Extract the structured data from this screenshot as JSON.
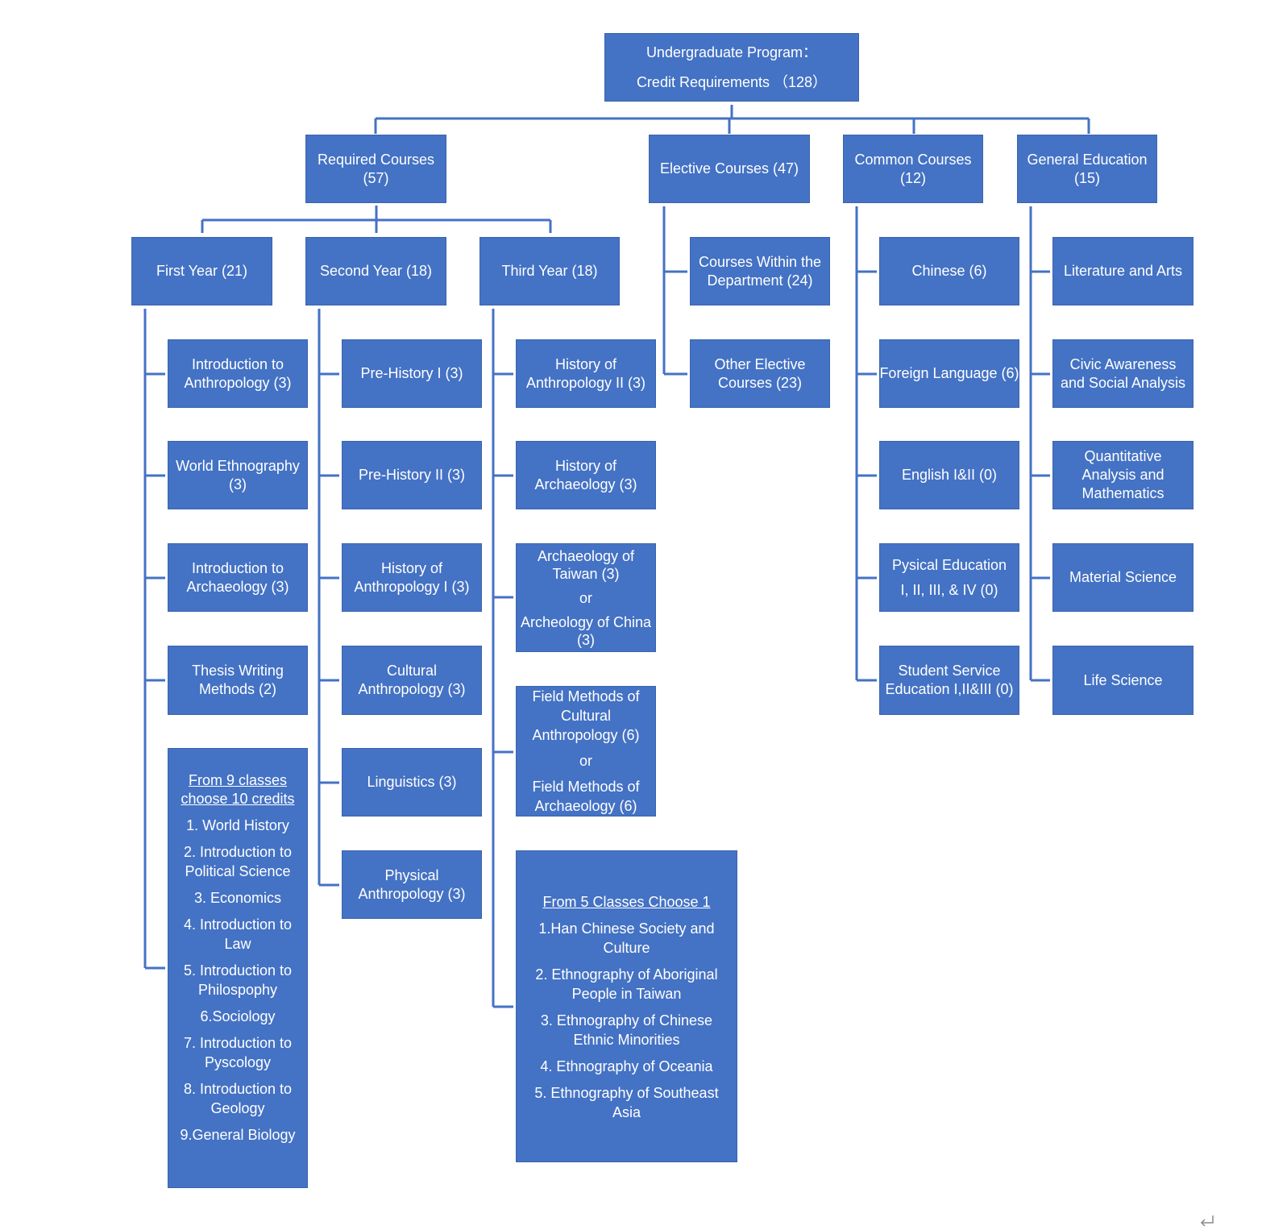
{
  "root": {
    "line1": "Undergraduate Program：",
    "line2": "Credit Requirements  （128）"
  },
  "categories": {
    "required": {
      "line1": "Required Courses",
      "line2": "(57)"
    },
    "elective": {
      "line1": "Elective Courses (47)"
    },
    "common": {
      "line1": "Common Courses",
      "line2": "(12)"
    },
    "general": {
      "line1": "General Education",
      "line2": "(15)"
    }
  },
  "years": {
    "first": "First Year (21)",
    "second": "Second Year (18)",
    "third": "Third Year (18)"
  },
  "first_year": {
    "c1": [
      "Introduction to",
      "Anthropology (3)"
    ],
    "c2": [
      "World Ethnography",
      "(3)"
    ],
    "c3": [
      "Introduction to",
      "Archaeology (3)"
    ],
    "c4": [
      "Thesis Writing",
      "Methods (2)"
    ],
    "choice": {
      "heading1": "From 9 classes",
      "heading2": "choose 10 credits",
      "items": [
        [
          "1. World History"
        ],
        [
          "2. Introduction to",
          "Political Science"
        ],
        [
          "3. Economics"
        ],
        [
          "4. Introduction to",
          "Law"
        ],
        [
          "5. Introduction to",
          "Philospophy"
        ],
        [
          "6.Sociology"
        ],
        [
          "7. Introduction to",
          "Pyscology"
        ],
        [
          "8. Introduction to",
          "Geology"
        ],
        [
          "9.General Biology"
        ]
      ]
    }
  },
  "second_year": {
    "c1": [
      "Pre-History I (3)"
    ],
    "c2": [
      "Pre-History II (3)"
    ],
    "c3": [
      "History of",
      "Anthropology I (3)"
    ],
    "c4": [
      "Cultural",
      "Anthropology (3)"
    ],
    "c5": [
      "Linguistics (3)"
    ],
    "c6": [
      "Physical",
      "Anthropology (3)"
    ]
  },
  "third_year": {
    "c1": [
      "History of",
      "Anthropology II (3)"
    ],
    "c2": [
      "History of",
      "Archaeology (3)"
    ],
    "c3": {
      "a1": "Archaeology of",
      "a2": "Taiwan  (3)",
      "or": "or",
      "b1": "Archeology of China",
      "b2": "(3)"
    },
    "c4": {
      "a1": "Field Methods of",
      "a2": "Cultural",
      "a3": "Anthropology (6)",
      "or": "or",
      "b1": "Field Methods of",
      "b2": "Archaeology (6)"
    },
    "choice": {
      "heading": "From 5 Classes Choose 1",
      "items": [
        [
          "1.Han Chinese Society and",
          "Culture"
        ],
        [
          "2. Ethnography of Aboriginal",
          "People in Taiwan"
        ],
        [
          "3. Ethnography of Chinese",
          "Ethnic Minorities"
        ],
        [
          "4. Ethnography of Oceania"
        ],
        [
          "5. Ethnography of Southeast",
          "Asia"
        ]
      ]
    }
  },
  "elective": {
    "c1": [
      "Courses Within the",
      "Department (24)"
    ],
    "c2": [
      "Other Elective",
      "Courses (23)"
    ]
  },
  "common": {
    "c1": [
      "Chinese (6)"
    ],
    "c2": [
      "Foreign Language (6)"
    ],
    "c3": [
      "English I&II (0)"
    ],
    "c4": [
      "Pysical Education",
      "I, II, III, & IV (0)"
    ],
    "c5": [
      "Student Service",
      "Education I,II&III (0)"
    ]
  },
  "general": {
    "c1": [
      "Literature and Arts"
    ],
    "c2": [
      "Civic Awareness",
      "and Social Analysis"
    ],
    "c3": [
      "Quantitative",
      "Analysis and",
      "Mathematics"
    ],
    "c4": [
      "Material Science"
    ],
    "c5": [
      "Life Science"
    ]
  },
  "colors": {
    "box": "#4472c4",
    "line": "#4472c4",
    "text": "#ffffff"
  },
  "icons": {
    "corner_mark": "return-arrow-icon"
  }
}
